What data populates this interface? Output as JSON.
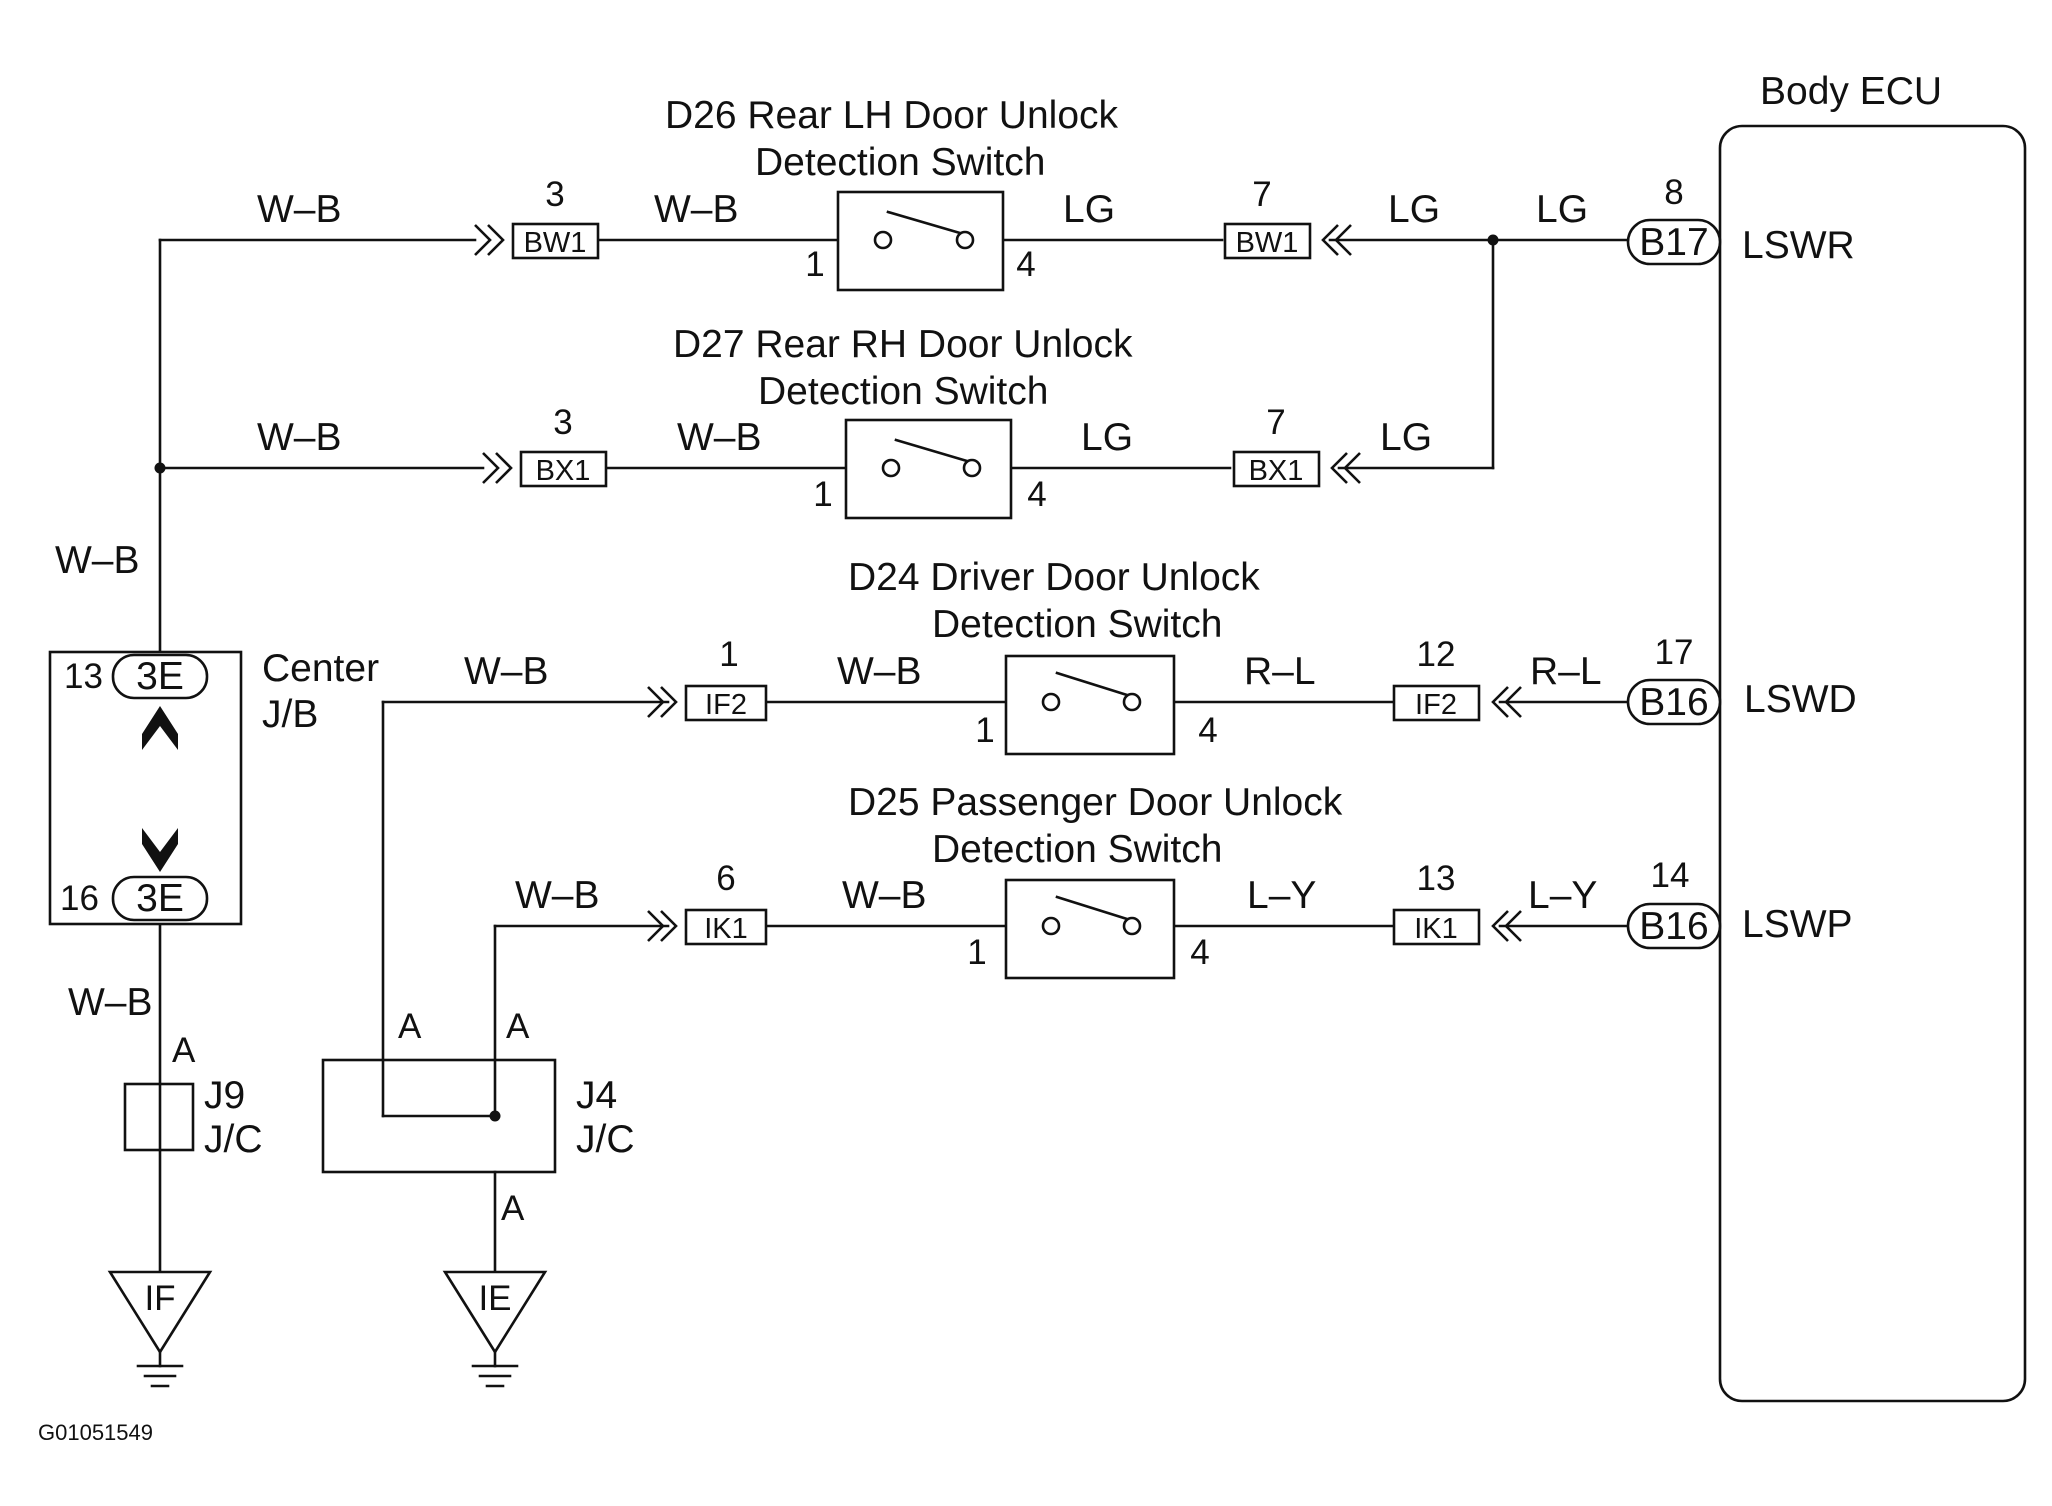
{
  "ecu": {
    "title": "Body ECU",
    "terminals": {
      "lswr": "LSWR",
      "lswd": "LSWD",
      "lswp": "LSWP"
    }
  },
  "switches": {
    "d26": {
      "line1": "D26 Rear LH Door Unlock",
      "line2": "Detection Switch"
    },
    "d27": {
      "line1": "D27 Rear RH Door Unlock",
      "line2": "Detection Switch"
    },
    "d24": {
      "line1": "D24 Driver Door Unlock",
      "line2": "Detection Switch"
    },
    "d25": {
      "line1": "D25 Passenger Door Unlock",
      "line2": "Detection Switch"
    }
  },
  "connectors": {
    "bw1": "BW1",
    "bx1": "BX1",
    "if2": "IF2",
    "ik1": "IK1",
    "b17": "B17",
    "b16": "B16",
    "e3": "3E"
  },
  "wires": {
    "wb": "W–B",
    "lg": "LG",
    "rl": "R–L",
    "ly": "L–Y"
  },
  "pins": {
    "p1": "1",
    "p3": "3",
    "p4": "4",
    "p6": "6",
    "p7": "7",
    "p8": "8",
    "p12": "12",
    "p13": "13",
    "p14": "14",
    "p16": "16",
    "p17": "17",
    "pa": "A"
  },
  "junction_blocks": {
    "center_line1": "Center",
    "center_line2": "J/B",
    "j9": "J9",
    "j4": "J4",
    "jc": "J/C"
  },
  "grounds": {
    "if": "IF",
    "ie": "IE"
  },
  "figure_code": "G01051549"
}
